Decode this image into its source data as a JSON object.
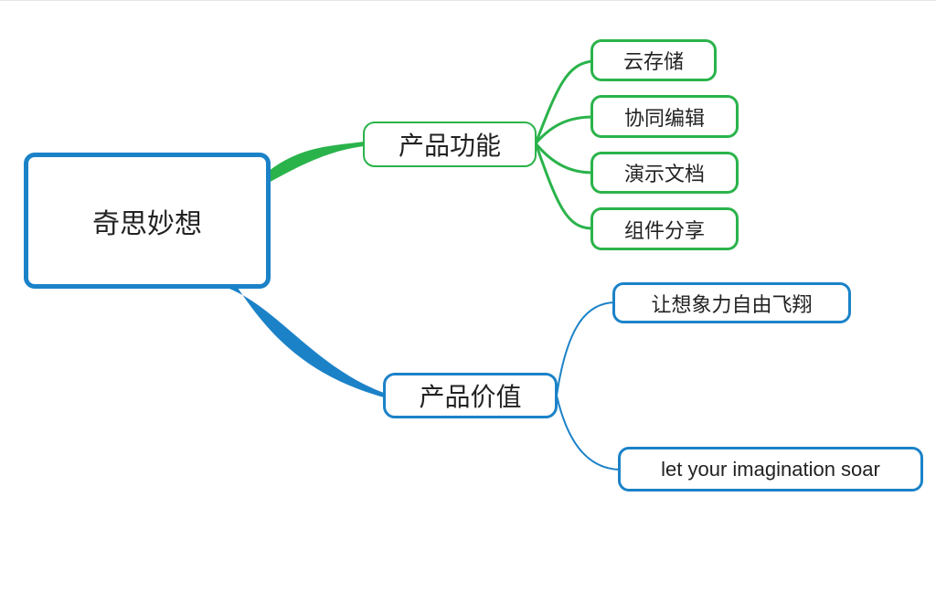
{
  "colors": {
    "green": "#2ab34b",
    "blue": "#1b82c8",
    "text": "#222222"
  },
  "root": {
    "label": "奇思妙想"
  },
  "branches": [
    {
      "label": "产品功能",
      "color": "green",
      "children": [
        {
          "label": "云存储"
        },
        {
          "label": "协同编辑"
        },
        {
          "label": "演示文档"
        },
        {
          "label": "组件分享"
        }
      ]
    },
    {
      "label": "产品价值",
      "color": "blue",
      "children": [
        {
          "label": "让想象力自由飞翔"
        },
        {
          "label": "let your imagination soar"
        }
      ]
    }
  ]
}
